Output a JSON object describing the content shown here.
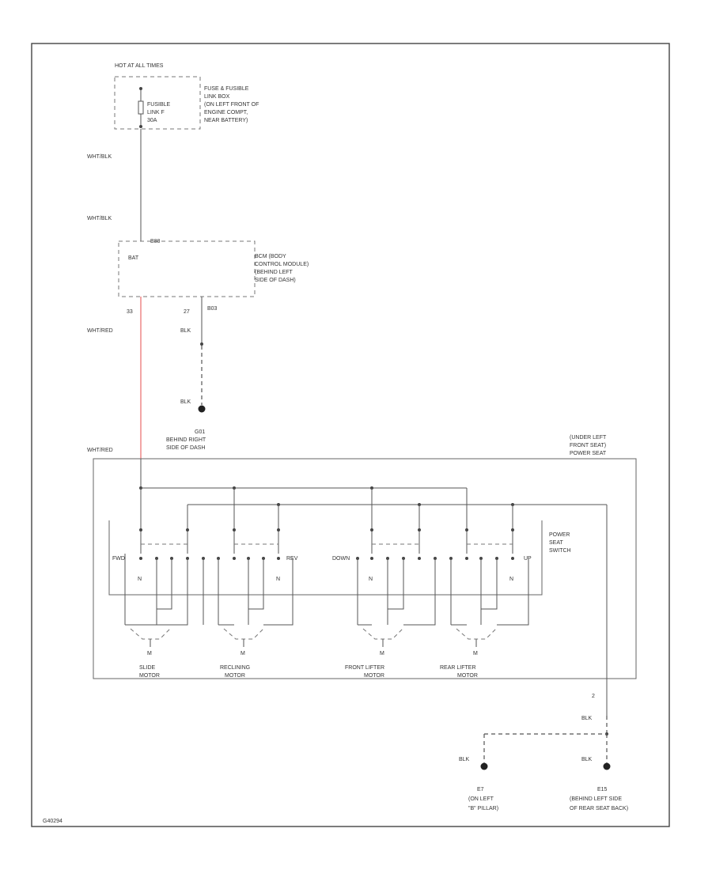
{
  "fuse_box": {
    "hot_label": "HOT AT ALL TIMES",
    "fuse_label_1": "FUSIBLE",
    "fuse_label_2": "LINK F",
    "fuse_label_3": "30A",
    "desc_1": "FUSE & FUSIBLE",
    "desc_2": "LINK BOX",
    "desc_3": "(ON LEFT FRONT OF",
    "desc_4": "ENGINE COMPT,",
    "desc_5": "NEAR BATTERY)"
  },
  "wires": {
    "wht_blk_1": "WHT/BLK",
    "wht_blk_2": "WHT/BLK",
    "wht_red_1": "WHT/RED",
    "wht_red_2": "WHT/RED",
    "blk_1": "BLK",
    "blk_2": "BLK",
    "blk_3": "BLK",
    "blk_4": "BLK",
    "blk_5": "BLK"
  },
  "body_module": {
    "bat_label": "BAT",
    "pin_top": "B88",
    "pin_left": "33",
    "pin_right_num": "27",
    "pin_right_code": "B03",
    "desc_1": "BCM (BODY",
    "desc_2": "CONTROL MODULE)",
    "desc_3": "(BEHIND LEFT",
    "desc_4": "SIDE OF DASH)"
  },
  "ground_g01": {
    "id": "G01",
    "desc_1": "BEHIND RIGHT",
    "desc_2": "SIDE OF DASH"
  },
  "power_seat": {
    "location_1": "(UNDER LEFT",
    "location_2": "FRONT SEAT)",
    "location_3": "POWER SEAT",
    "switch_1": "POWER",
    "switch_2": "SEAT",
    "switch_3": "SWITCH",
    "fwd": "FWD",
    "rev": "REV",
    "down": "DOWN",
    "up": "UP",
    "n": "N",
    "bottom_pin": "2"
  },
  "motors": [
    {
      "name_1": "SLIDE",
      "name_2": "MOTOR",
      "symbol": "M"
    },
    {
      "name_1": "RECLINING",
      "name_2": "MOTOR",
      "symbol": "M"
    },
    {
      "name_1": "FRONT LIFTER",
      "name_2": "MOTOR",
      "symbol": "M"
    },
    {
      "name_1": "REAR LIFTER",
      "name_2": "MOTOR",
      "symbol": "M"
    }
  ],
  "grounds": [
    {
      "id": "E7",
      "desc_1": "(ON LEFT",
      "desc_2": "\"B\" PILLAR)"
    },
    {
      "id": "E15",
      "desc_1": "(BEHIND LEFT SIDE",
      "desc_2": "OF REAR SEAT BACK)"
    }
  ],
  "footer_code": "G40294"
}
